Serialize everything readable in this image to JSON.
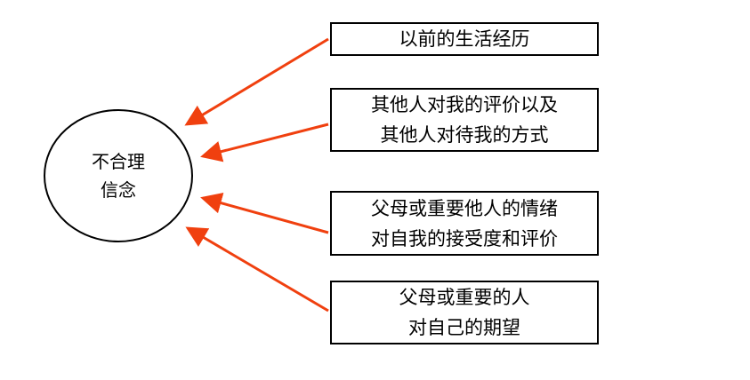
{
  "center": {
    "label_line1": "不合理",
    "label_line2": "信念"
  },
  "sources": [
    {
      "lines": [
        "以前的生活经历"
      ]
    },
    {
      "lines": [
        "其他人对我的评价以及",
        "其他人对待我的方式"
      ]
    },
    {
      "lines": [
        "父母或重要他人的情绪",
        "对自我的接受度和评价"
      ]
    },
    {
      "lines": [
        "父母或重要的人",
        "对自己的期望"
      ]
    }
  ],
  "colors": {
    "arrow": "#f0400f",
    "border": "#000000"
  }
}
